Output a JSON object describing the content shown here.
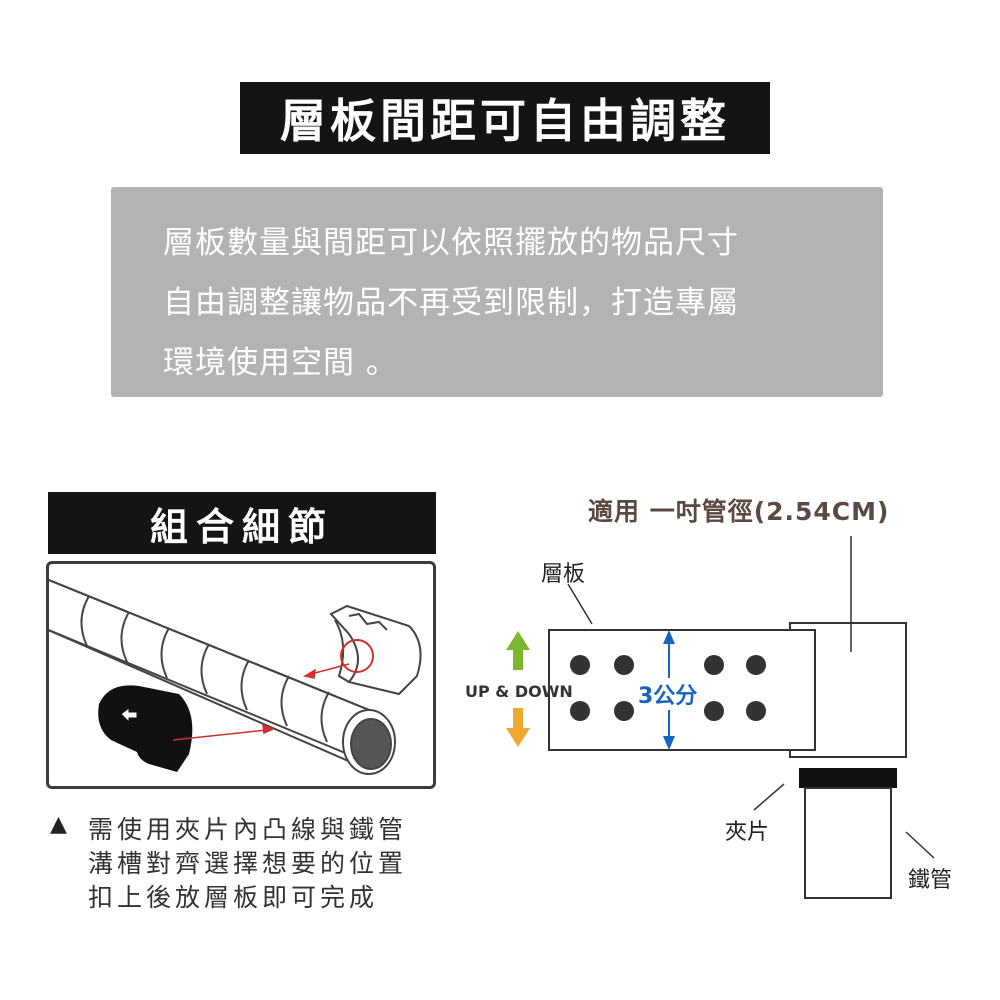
{
  "title": "層板間距可自由調整",
  "description": [
    "層板數量與間距可以依照擺放的物品尺寸",
    "自由調整讓物品不再受到限制，打造專屬",
    "環境使用空間 。"
  ],
  "section_title": "組合細節",
  "note": {
    "mark": "▲",
    "lines": [
      "需使用夾片內凸線與鐵管",
      "溝槽對齊選擇想要的位置",
      "扣上後放層板即可完成"
    ]
  },
  "diagram": {
    "pipe_size": "適用 一吋管徑(2.54CM)",
    "shelf": "層板",
    "up_down": "UP & DOWN",
    "gap": "3公分",
    "clip": "夾片",
    "tube": "鐵管"
  },
  "colors": {
    "title_bg": "#141414",
    "desc_bg": "#b3b3b3",
    "up_arrow": "#7cb82f",
    "down_arrow": "#f0a830",
    "dimension": "#1565c0",
    "pointer": "#d32f2f"
  }
}
